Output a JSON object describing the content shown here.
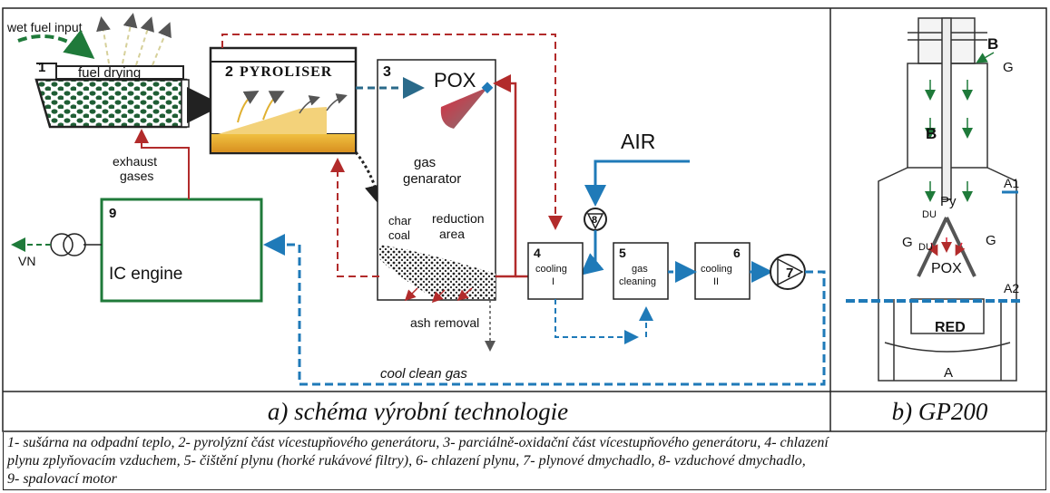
{
  "diagram": {
    "wet_fuel_input": "wet fuel input",
    "fuel_drying": "fuel drying",
    "pyroliser": "PYROLISER",
    "pox": "POX",
    "gas_generator_1": "gas",
    "gas_generator_2": "genarator",
    "char_coal_1": "char",
    "char_coal_2": "coal",
    "reduction_1": "reduction",
    "reduction_2": "area",
    "ash_removal": "ash removal",
    "air": "AIR",
    "exhaust_1": "exhaust",
    "exhaust_2": "gases",
    "ic_engine": "IC engine",
    "vn": "VN",
    "cool_clean_gas": "cool clean gas",
    "cooling_1_a": "cooling",
    "cooling_1_b": "I",
    "gas_cleaning_a": "gas",
    "gas_cleaning_b": "cleaning",
    "cooling_2_a": "cooling",
    "cooling_2_b": "II",
    "numbers": [
      "1",
      "2",
      "3",
      "4",
      "5",
      "6",
      "7",
      "8",
      "9"
    ]
  },
  "gp200": {
    "B_top": "B",
    "G_top": "G",
    "B_mid": "B",
    "Py": "Py",
    "DU_1": "DU",
    "DU_2": "DU",
    "G_left": "G",
    "G_right": "G",
    "A1": "A1",
    "A2": "A2",
    "POX": "POX",
    "RED": "RED",
    "A": "A"
  },
  "captions": {
    "a": "a)   schéma výrobní technologie",
    "b": "b)    GP200"
  },
  "legend": [
    "1- sušárna na odpadní teplo, 2- pyrolýzní část vícestupňového generátoru, 3- parciálně-oxidační část vícestupňového generátoru, 4- chlazení",
    "plynu zplyňovacím vzduchem, 5- čištění plynu (horké rukávové filtry), 6- chlazení plynu, 7- plynové dmychadlo, 8- vzduchové dmychadlo,",
    "9- spalovací motor"
  ],
  "colors": {
    "green": "#1f7a3a",
    "red": "#b22b2b",
    "blue": "#1f7ab8",
    "pox": "#e0283c"
  }
}
